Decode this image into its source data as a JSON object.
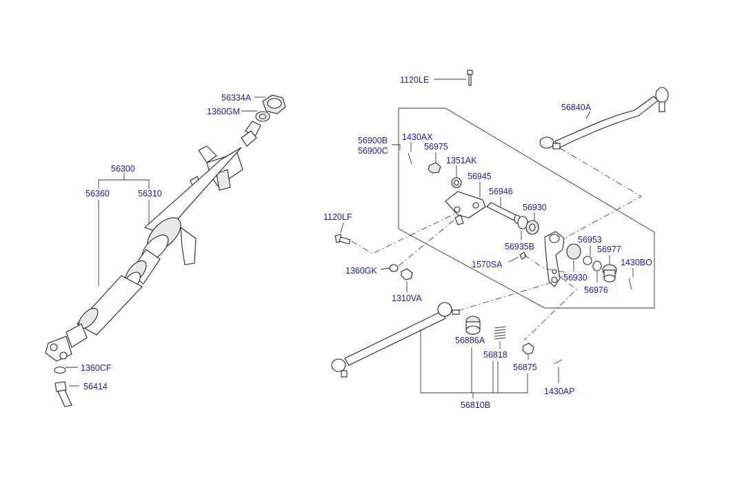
{
  "labels": {
    "l56334A": "56334A",
    "l1360GM": "1360GM",
    "l56300": "56300",
    "l56360": "56360",
    "l56310": "56310",
    "l1360CF": "1360CF",
    "l56414": "56414",
    "l1120LE": "1120LE",
    "l56840A": "56840A",
    "l56900B": "56900B",
    "l56900C": "56900C",
    "l1430AX": "1430AX",
    "l56975": "56975",
    "l1351AK": "1351AK",
    "l56945": "56945",
    "l56946": "56946",
    "l56930a": "56930",
    "l1120LF": "1120LF",
    "l56935B": "56935B",
    "l56953": "56953",
    "l56977": "56977",
    "l1570SA": "1570SA",
    "l1360GK": "1360GK",
    "l56930b": "56930",
    "l1430BO": "1430BO",
    "l56976": "56976",
    "l1310VA": "1310VA",
    "l56886A": "56886A",
    "l56818": "56818",
    "l56875": "56875",
    "l1430AP": "1430AP",
    "l56810B": "56810B"
  }
}
